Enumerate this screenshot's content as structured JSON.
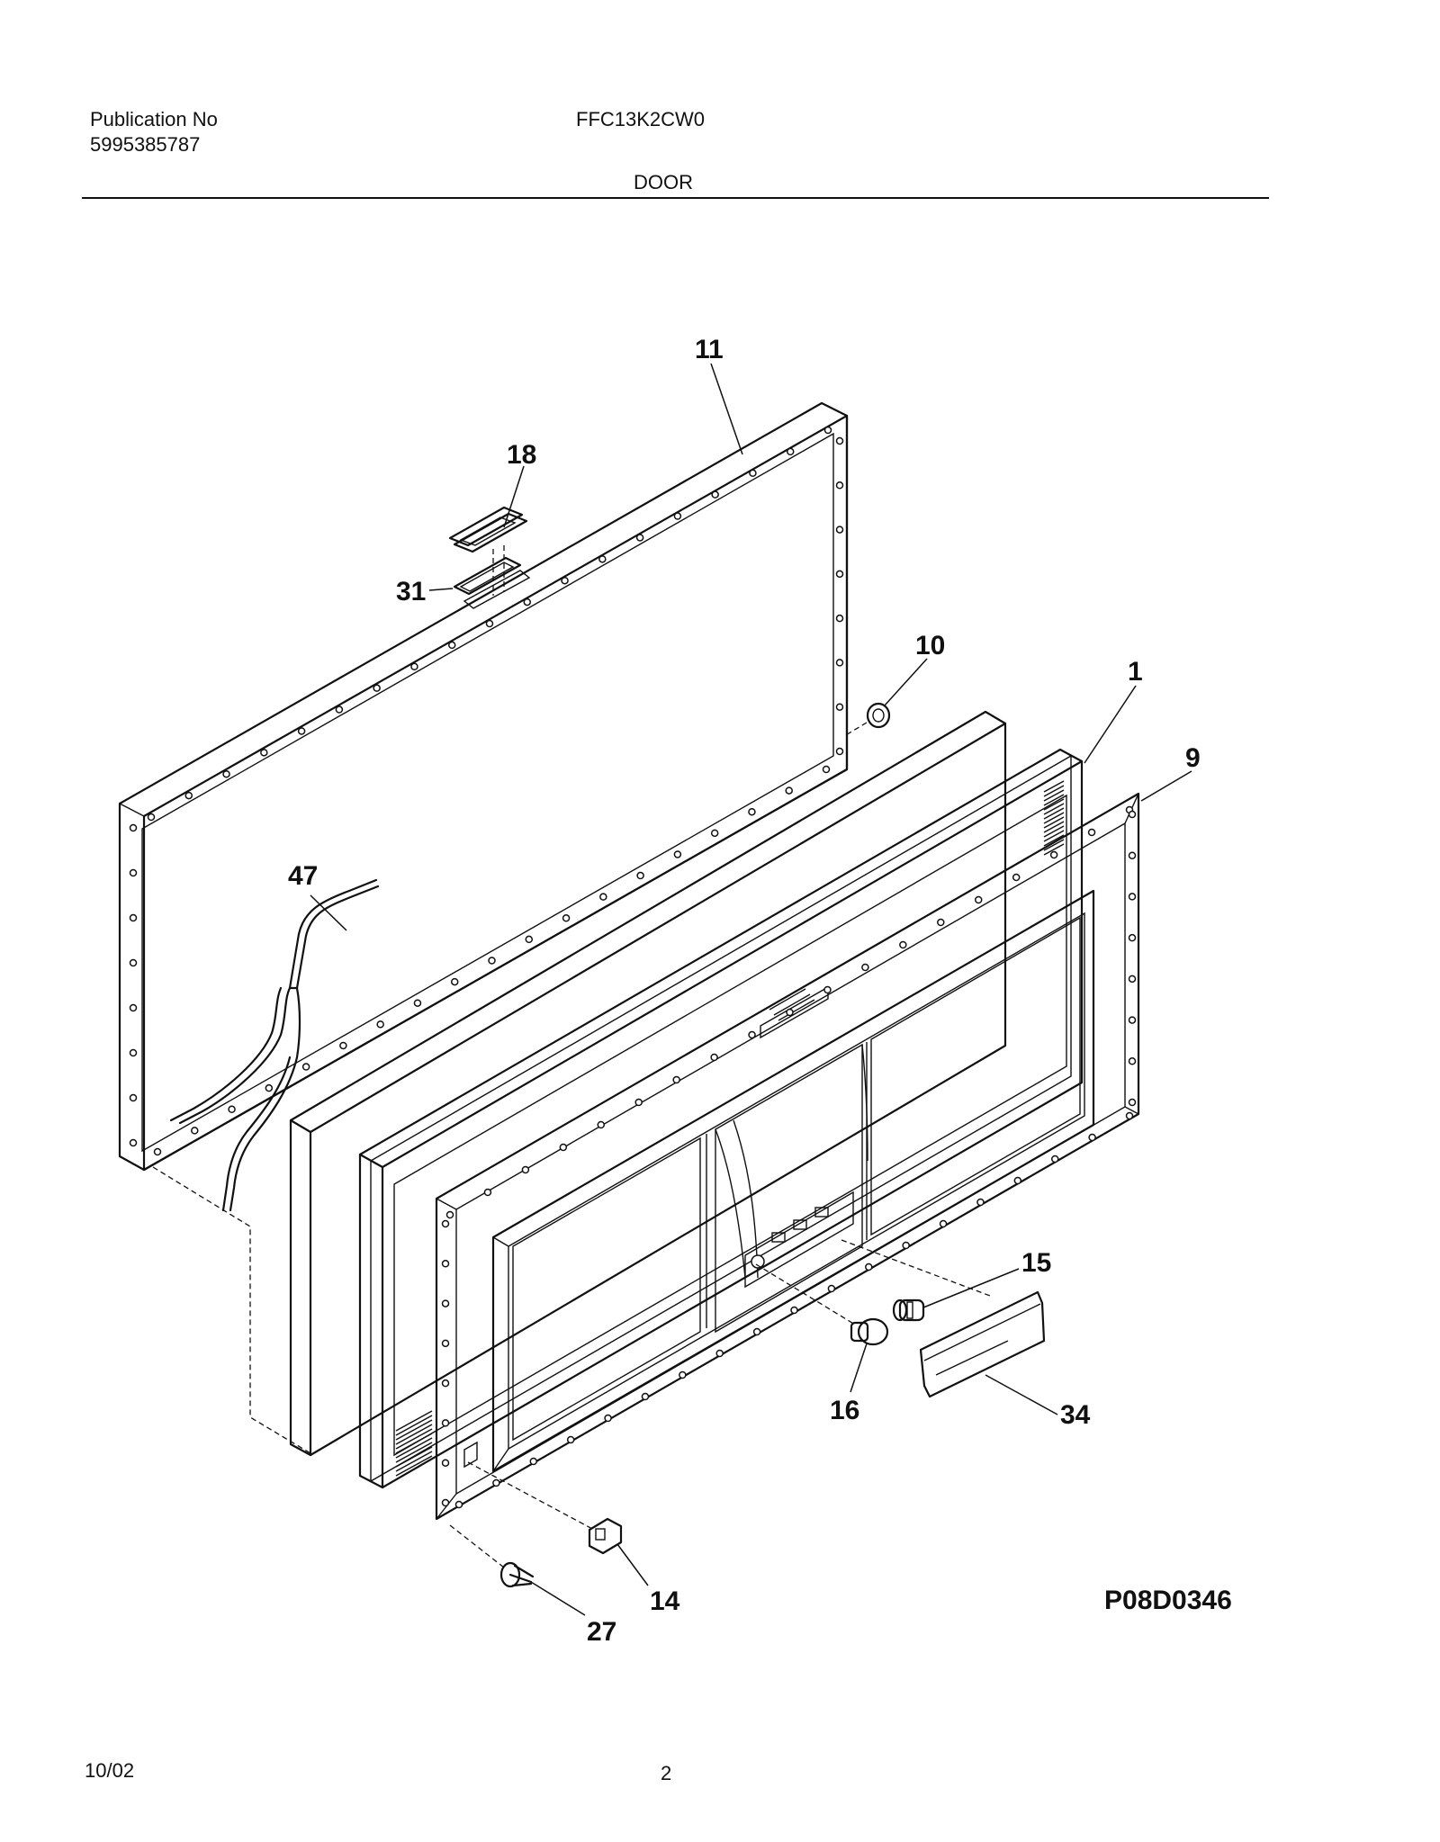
{
  "header": {
    "publication_label": "Publication No",
    "publication_number": "5995385787",
    "model": "FFC13K2CW0",
    "section": "DOOR"
  },
  "footer": {
    "date": "10/02",
    "page": "2"
  },
  "diagram": {
    "code": "P08D0346",
    "callouts": {
      "c11": "11",
      "c18": "18",
      "c31": "31",
      "c10": "10",
      "c1": "1",
      "c9": "9",
      "c47": "47",
      "c15": "15",
      "c16": "16",
      "c34": "34",
      "c14": "14",
      "c27": "27"
    }
  }
}
